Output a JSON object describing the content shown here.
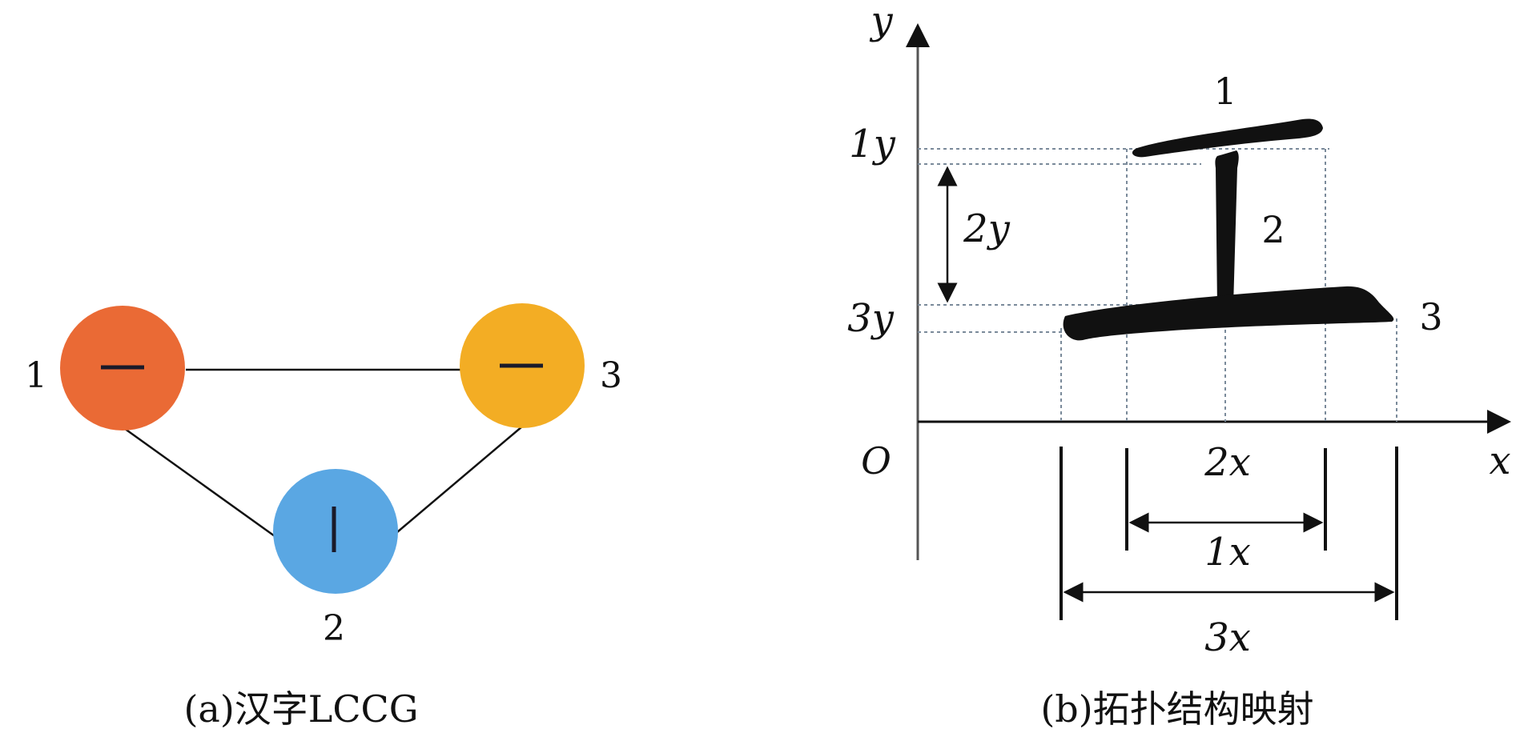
{
  "panel_a": {
    "caption": "(a)汉字LCCG",
    "nodes": [
      {
        "id": "1",
        "label": "1",
        "color": "#ea6a35",
        "stroke": "horizontal"
      },
      {
        "id": "2",
        "label": "2",
        "color": "#5aa7e3",
        "stroke": "vertical"
      },
      {
        "id": "3",
        "label": "3",
        "color": "#f3ad24",
        "stroke": "horizontal"
      }
    ],
    "edges": [
      [
        "1",
        "3"
      ],
      [
        "1",
        "2"
      ],
      [
        "2",
        "3"
      ]
    ]
  },
  "panel_b": {
    "caption": "(b)拓扑结构映射",
    "axis_x": "x",
    "axis_y": "y",
    "origin": "O",
    "character": "工",
    "stroke_labels": [
      "1",
      "2",
      "3"
    ],
    "y_labels": [
      "1y",
      "2y",
      "3y"
    ],
    "x_labels": [
      "2x",
      "1x",
      "3x"
    ]
  },
  "colors": {
    "ink": "#111111",
    "guide": "#7a8a9a"
  }
}
